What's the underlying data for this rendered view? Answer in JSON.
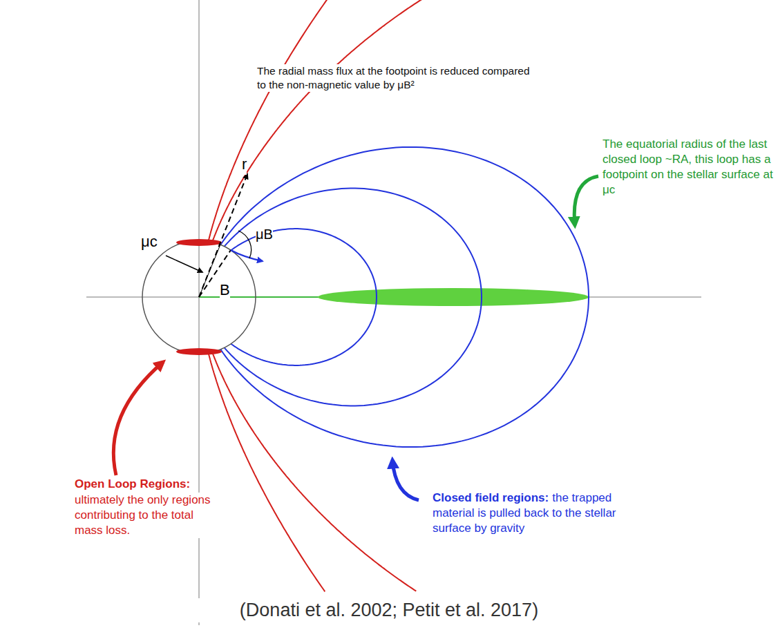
{
  "diagram": {
    "caption": "(Donati et al. 2002; Petit et al. 2017)",
    "labels": [
      "The radial mass flux at the footpoint is reduced compared to the non-magnetic value by μB²",
      "r",
      "μc",
      "B",
      "μB",
      "The equatorial radius of the last closed loop ~RA, this loop has a footpoint on the stellar surface at μc",
      "Open Loop Regions:",
      "ultimately the only regions contributing to the total mass loss.",
      "Closed field regions:",
      "the trapped material is pulled back to the stellar surface by gravity"
    ]
  }
}
